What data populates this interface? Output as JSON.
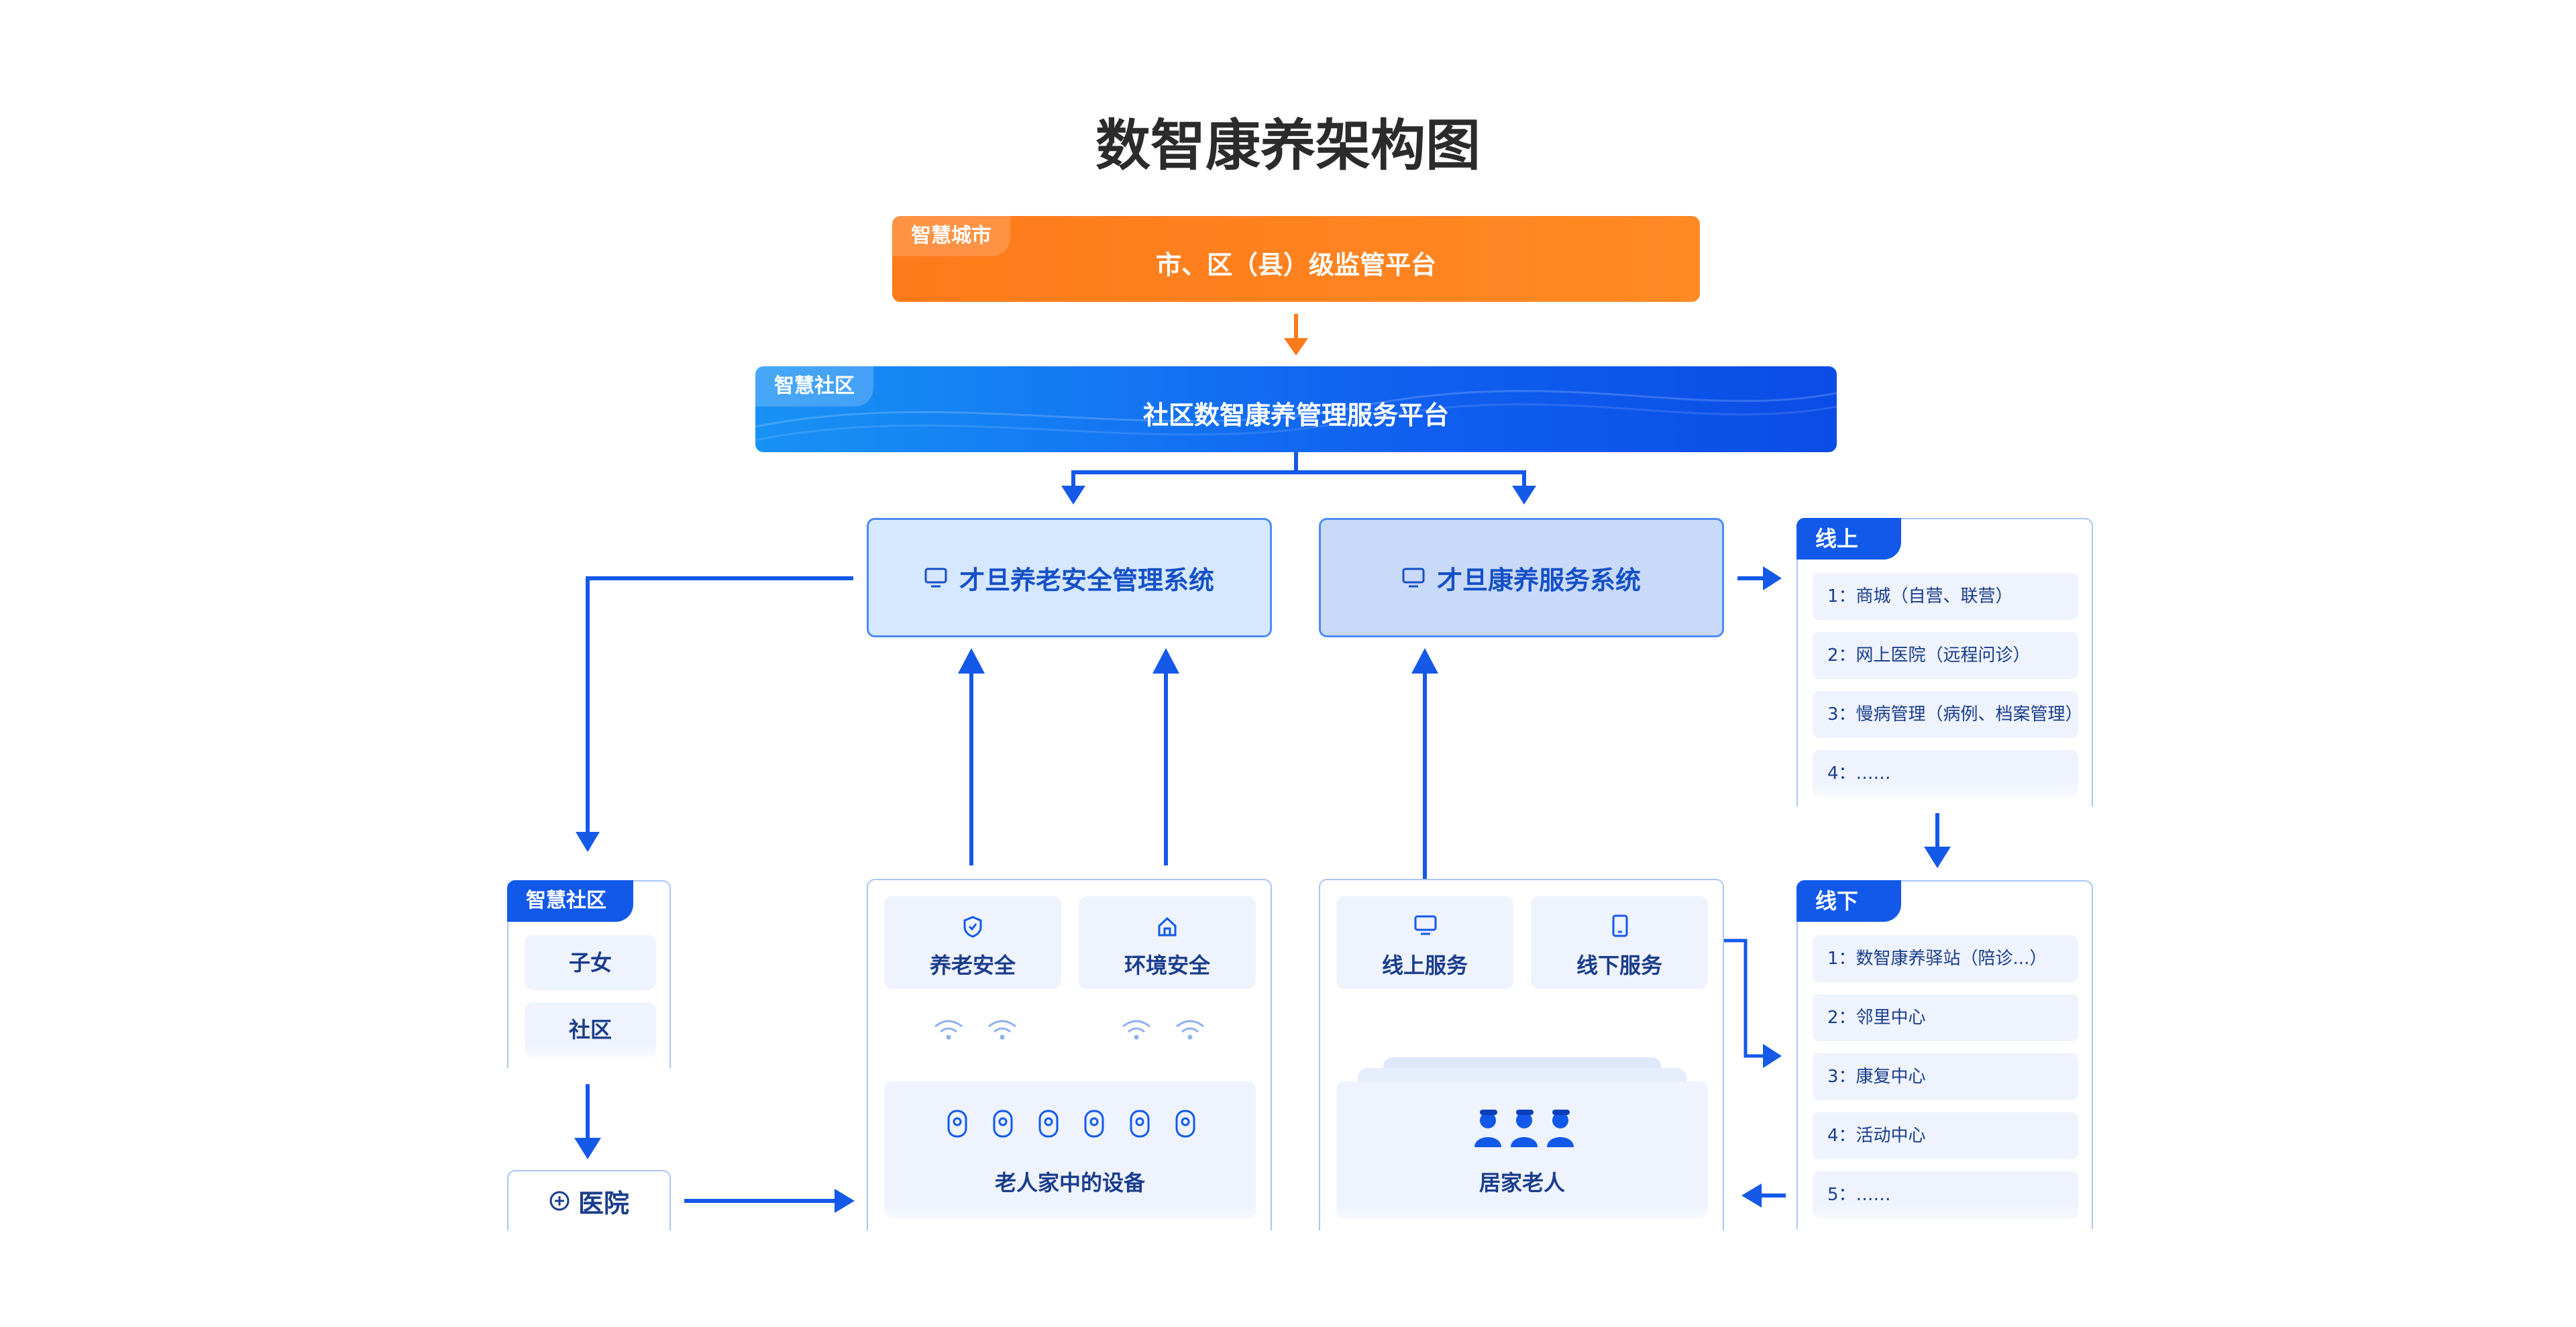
{
  "title": "数智康养架构图",
  "top": {
    "tag": "智慧城市",
    "label": "市、区（县）级监管平台"
  },
  "platform": {
    "tag": "智慧社区",
    "label": "社区数智康养管理服务平台"
  },
  "systems": [
    {
      "label": "才旦养老安全管理系统",
      "icon": "monitor-icon"
    },
    {
      "label": "才旦康养服务系统",
      "icon": "monitor-icon"
    }
  ],
  "online": {
    "tag": "线上",
    "items": [
      "1：商城（自营、联营）",
      "2：网上医院（远程问诊）",
      "3：慢病管理（病例、档案管理）",
      "4：……"
    ]
  },
  "offline": {
    "tag": "线下",
    "items": [
      "1：数智康养驿站（陪诊...）",
      "2：邻里中心",
      "3：康复中心",
      "4：活动中心",
      "5：……"
    ]
  },
  "community": {
    "tag": "智慧社区",
    "items": [
      "子女",
      "社区"
    ]
  },
  "hospital": {
    "label": "医院",
    "icon": "plus-circle-icon"
  },
  "devices_panel": {
    "cards": [
      {
        "label": "养老安全",
        "icon": "shield-icon"
      },
      {
        "label": "环境安全",
        "icon": "home-icon"
      }
    ],
    "devices_label": "老人家中的设备"
  },
  "services_panel": {
    "cards": [
      {
        "label": "线上服务",
        "icon": "monitor-icon"
      },
      {
        "label": "线下服务",
        "icon": "tablet-icon"
      }
    ],
    "elderly_label": "居家老人"
  },
  "colors": {
    "orange": "#ff7a1a",
    "blue": "#1259ea",
    "arrow": "#1559e8"
  }
}
